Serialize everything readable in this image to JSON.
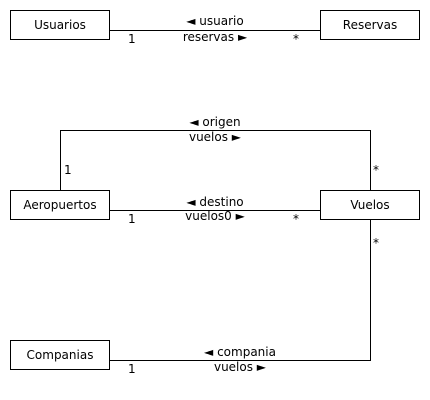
{
  "entities": {
    "usuarios": "Usuarios",
    "reservas": "Reservas",
    "aeropuertos": "Aeropuertos",
    "vuelos": "Vuelos",
    "companias": "Companias"
  },
  "relations": {
    "usuarios_reservas": {
      "forward": "◄ usuario",
      "backward": "reservas ►",
      "left_mult": "1",
      "right_mult": "*"
    },
    "aeropuertos_vuelos_origen": {
      "forward": "◄ origen",
      "backward": "vuelos ►",
      "left_mult": "1",
      "right_mult": "*"
    },
    "aeropuertos_vuelos_destino": {
      "forward": "◄ destino",
      "backward": "vuelos0 ►",
      "left_mult": "1",
      "right_mult": "*"
    },
    "companias_vuelos": {
      "forward": "◄ compania",
      "backward": "vuelos ►",
      "left_mult": "1",
      "right_mult": "*"
    }
  }
}
